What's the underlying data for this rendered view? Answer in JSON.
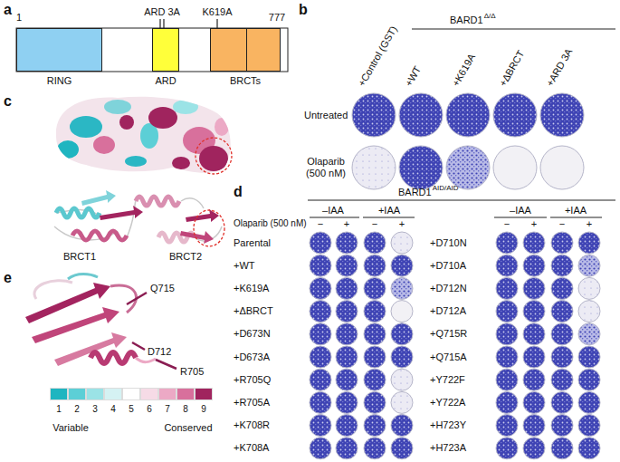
{
  "diagram": {
    "nodes": [
      {
        "text": [
          "RING"
        ]
      },
      {
        "text": [
          "ARD"
        ]
      },
      {
        "text": [
          "BRCTs"
        ]
      }
    ],
    "labels": [
      "a",
      "1",
      "ARD 3A",
      "K619A",
      "777",
      "b",
      "BARD1",
      "Δ/Δ",
      "+Control (GST)",
      "+WT",
      "+K619A",
      "+ΔBRCT",
      "+ARD 3A",
      "Untreated",
      "Olaparib (500 nM)",
      "c",
      "BRCT1",
      "BRCT2",
      "d",
      "BARD1",
      "AID/AID",
      "–IAA",
      "+IAA",
      "–IAA",
      "+IAA",
      "Olaparib (500 nM)",
      "−",
      "+",
      "−",
      "+",
      "−",
      "+",
      "−",
      "+",
      "Parental",
      "+WT",
      "+K619A",
      "+ΔBRCT",
      "+D673N",
      "+D673A",
      "+R705Q",
      "+R705A",
      "+K708R",
      "+K708A",
      "+D710N",
      "+D710A",
      "+D712N",
      "+D712A",
      "+Q715R",
      "+Q715A",
      "+Y722F",
      "+Y722A",
      "+H723Y",
      "+H723A",
      "e",
      "Q715",
      "D712",
      "R705",
      "Variable",
      "Conserved"
    ],
    "legend": [
      {
        "text": "1",
        "color": "#1fb5c0"
      },
      {
        "text": "2",
        "color": "#5ccfd6"
      },
      {
        "text": "3",
        "color": "#9be3e6"
      },
      {
        "text": "4",
        "color": "#d5f2f3"
      },
      {
        "text": "5",
        "color": "#ffffff"
      },
      {
        "text": "6",
        "color": "#f6dbe6"
      },
      {
        "text": "7",
        "color": "#eca9c5"
      },
      {
        "text": "8",
        "color": "#d8709c"
      },
      {
        "text": "9",
        "color": "#a0245e"
      }
    ]
  }
}
